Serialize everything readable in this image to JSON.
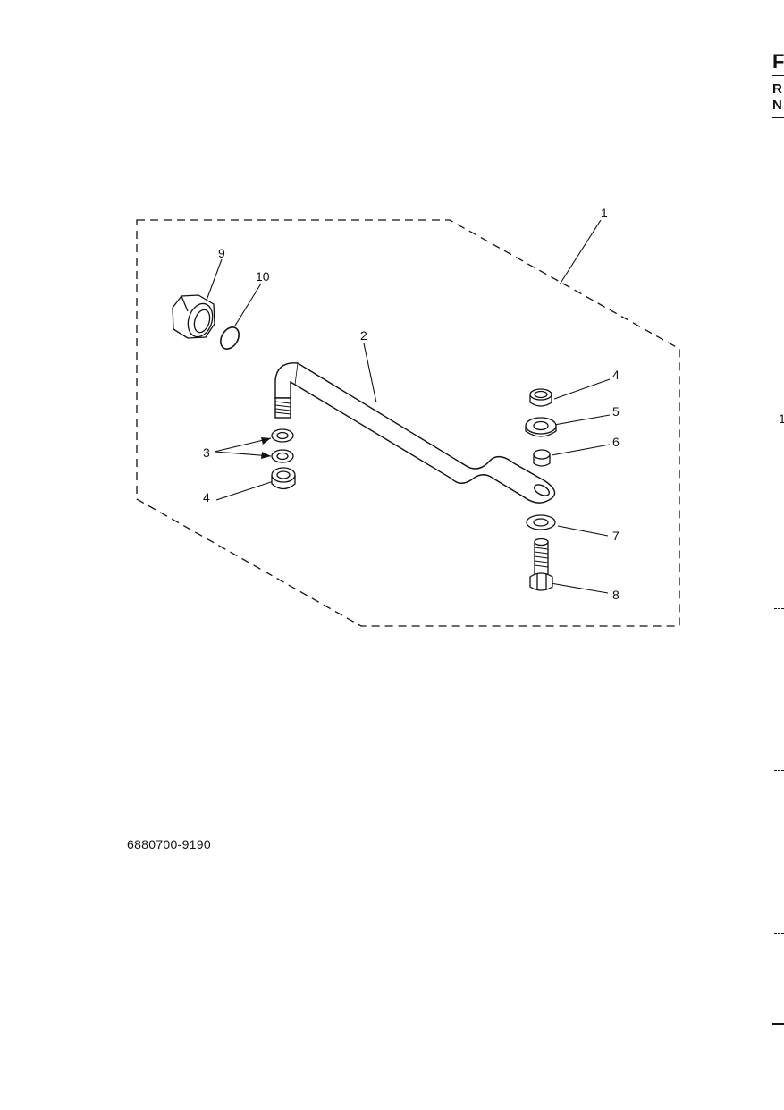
{
  "diagram": {
    "callouts": [
      "1",
      "2",
      "3",
      "4",
      "4",
      "5",
      "6",
      "7",
      "8",
      "9",
      "10"
    ]
  },
  "footer": {
    "part_number": "6880700-9190"
  },
  "edge": {
    "f": "F",
    "r": "R",
    "n": "N",
    "one": "1"
  }
}
